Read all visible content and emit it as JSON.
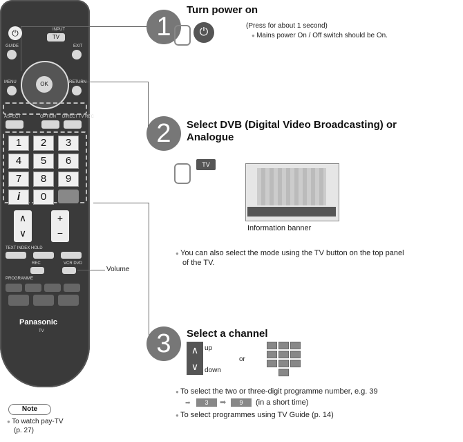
{
  "step1": {
    "num": "1",
    "title": "Turn power on",
    "note1": "(Press for about 1 second)",
    "note2": "Mains power On / Off switch should be On."
  },
  "step2": {
    "num": "2",
    "title_l1": "Select DVB (Digital Video Broadcasting) or",
    "title_l2": "Analogue",
    "tv_btn": "TV",
    "caption": "Information banner",
    "note_l1": "You can also select the mode using the TV button on the top panel",
    "note_l2": "of the TV."
  },
  "step3": {
    "num": "3",
    "title": "Select a channel",
    "up": "up",
    "down": "down",
    "or": "or",
    "b1": "To select the two or three-digit programme number, e.g. 39",
    "key3": "3",
    "key9": "9",
    "in_short": "(in a short time)",
    "b2": "To select programmes using TV Guide (p. 14)"
  },
  "remote": {
    "input": "INPUT",
    "tv": "TV",
    "guide": "GUIDE",
    "exit": "EXIT",
    "ok": "OK",
    "menu": "MENU",
    "return": "RETURN",
    "aspect": "ASPECT",
    "option": "OPTION",
    "direct": "DIRECT TV REC",
    "keys": [
      "1",
      "2",
      "3",
      "4",
      "5",
      "6",
      "7",
      "8",
      "9",
      "i",
      "0"
    ],
    "vol_label": "Volume",
    "text": "TEXT INDEX HOLD",
    "rec": "REC",
    "vcr": "VCR DVD",
    "prog": "PROGRAMME",
    "brand": "Panasonic",
    "model": "TV"
  },
  "note": {
    "title": "Note",
    "l1": "To watch pay-TV",
    "l2": "(p. 27)"
  }
}
